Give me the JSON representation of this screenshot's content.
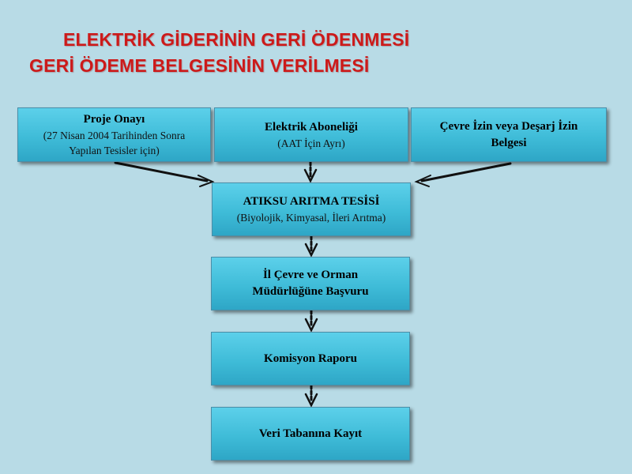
{
  "title": {
    "line1": "ELEKTRİK GİDERİNİN GERİ ÖDENMESİ",
    "line2": "GERİ ÖDEME BELGESİNİN VERİLMESİ"
  },
  "boxes": {
    "proje_onayi": {
      "title": "Proje Onayı",
      "subtitle": "(27 Nisan 2004 Tarihinden Sonra Yapılan Tesisler için)"
    },
    "elektrik_aboneligi": {
      "title": "Elektrik Aboneliği",
      "subtitle": "(AAT İçin Ayrı)"
    },
    "cevre_izin": {
      "title": "Çevre İzin veya Deşarj İzin Belgesi"
    },
    "atiksu": {
      "title": "ATIKSU ARITMA TESİSİ",
      "subtitle": "(Biyolojik, Kimyasal, İleri Arıtma)"
    },
    "il_cevre": {
      "title": "İl Çevre ve Orman Müdürlüğüne Başvuru"
    },
    "komisyon": {
      "title": "Komisyon Raporu"
    },
    "veri_tabani": {
      "title": "Veri Tabanına Kayıt"
    }
  },
  "colors": {
    "title": "#cc1a1a",
    "background": "#b8dbe6",
    "box_fill": "#3fbcd8",
    "arrow": "#111111"
  }
}
